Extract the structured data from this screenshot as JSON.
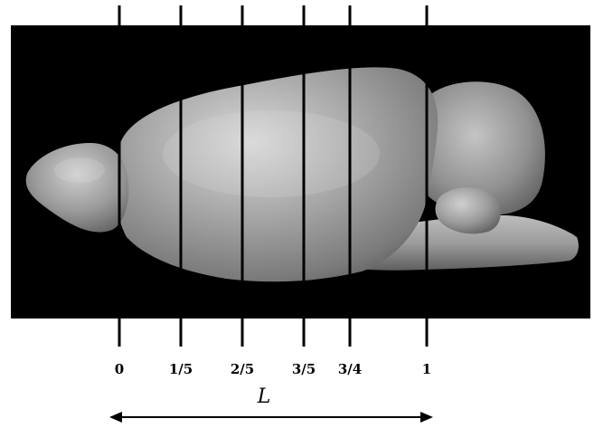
{
  "colors": {
    "background": "#000000",
    "page": "#ffffff",
    "brain_base": "#9a9a9a",
    "brain_highlight": "#d6d6d6",
    "brain_shadow": "#5a5a5a",
    "section_lines": "#000000"
  },
  "sections": [
    {
      "label": "0",
      "fraction": 0.0
    },
    {
      "label": "1/5",
      "fraction": 0.2
    },
    {
      "label": "2/5",
      "fraction": 0.4
    },
    {
      "label": "3/5",
      "fraction": 0.6
    },
    {
      "label": "3/4",
      "fraction": 0.75
    },
    {
      "label": "1",
      "fraction": 1.0
    }
  ],
  "length_label": "L"
}
